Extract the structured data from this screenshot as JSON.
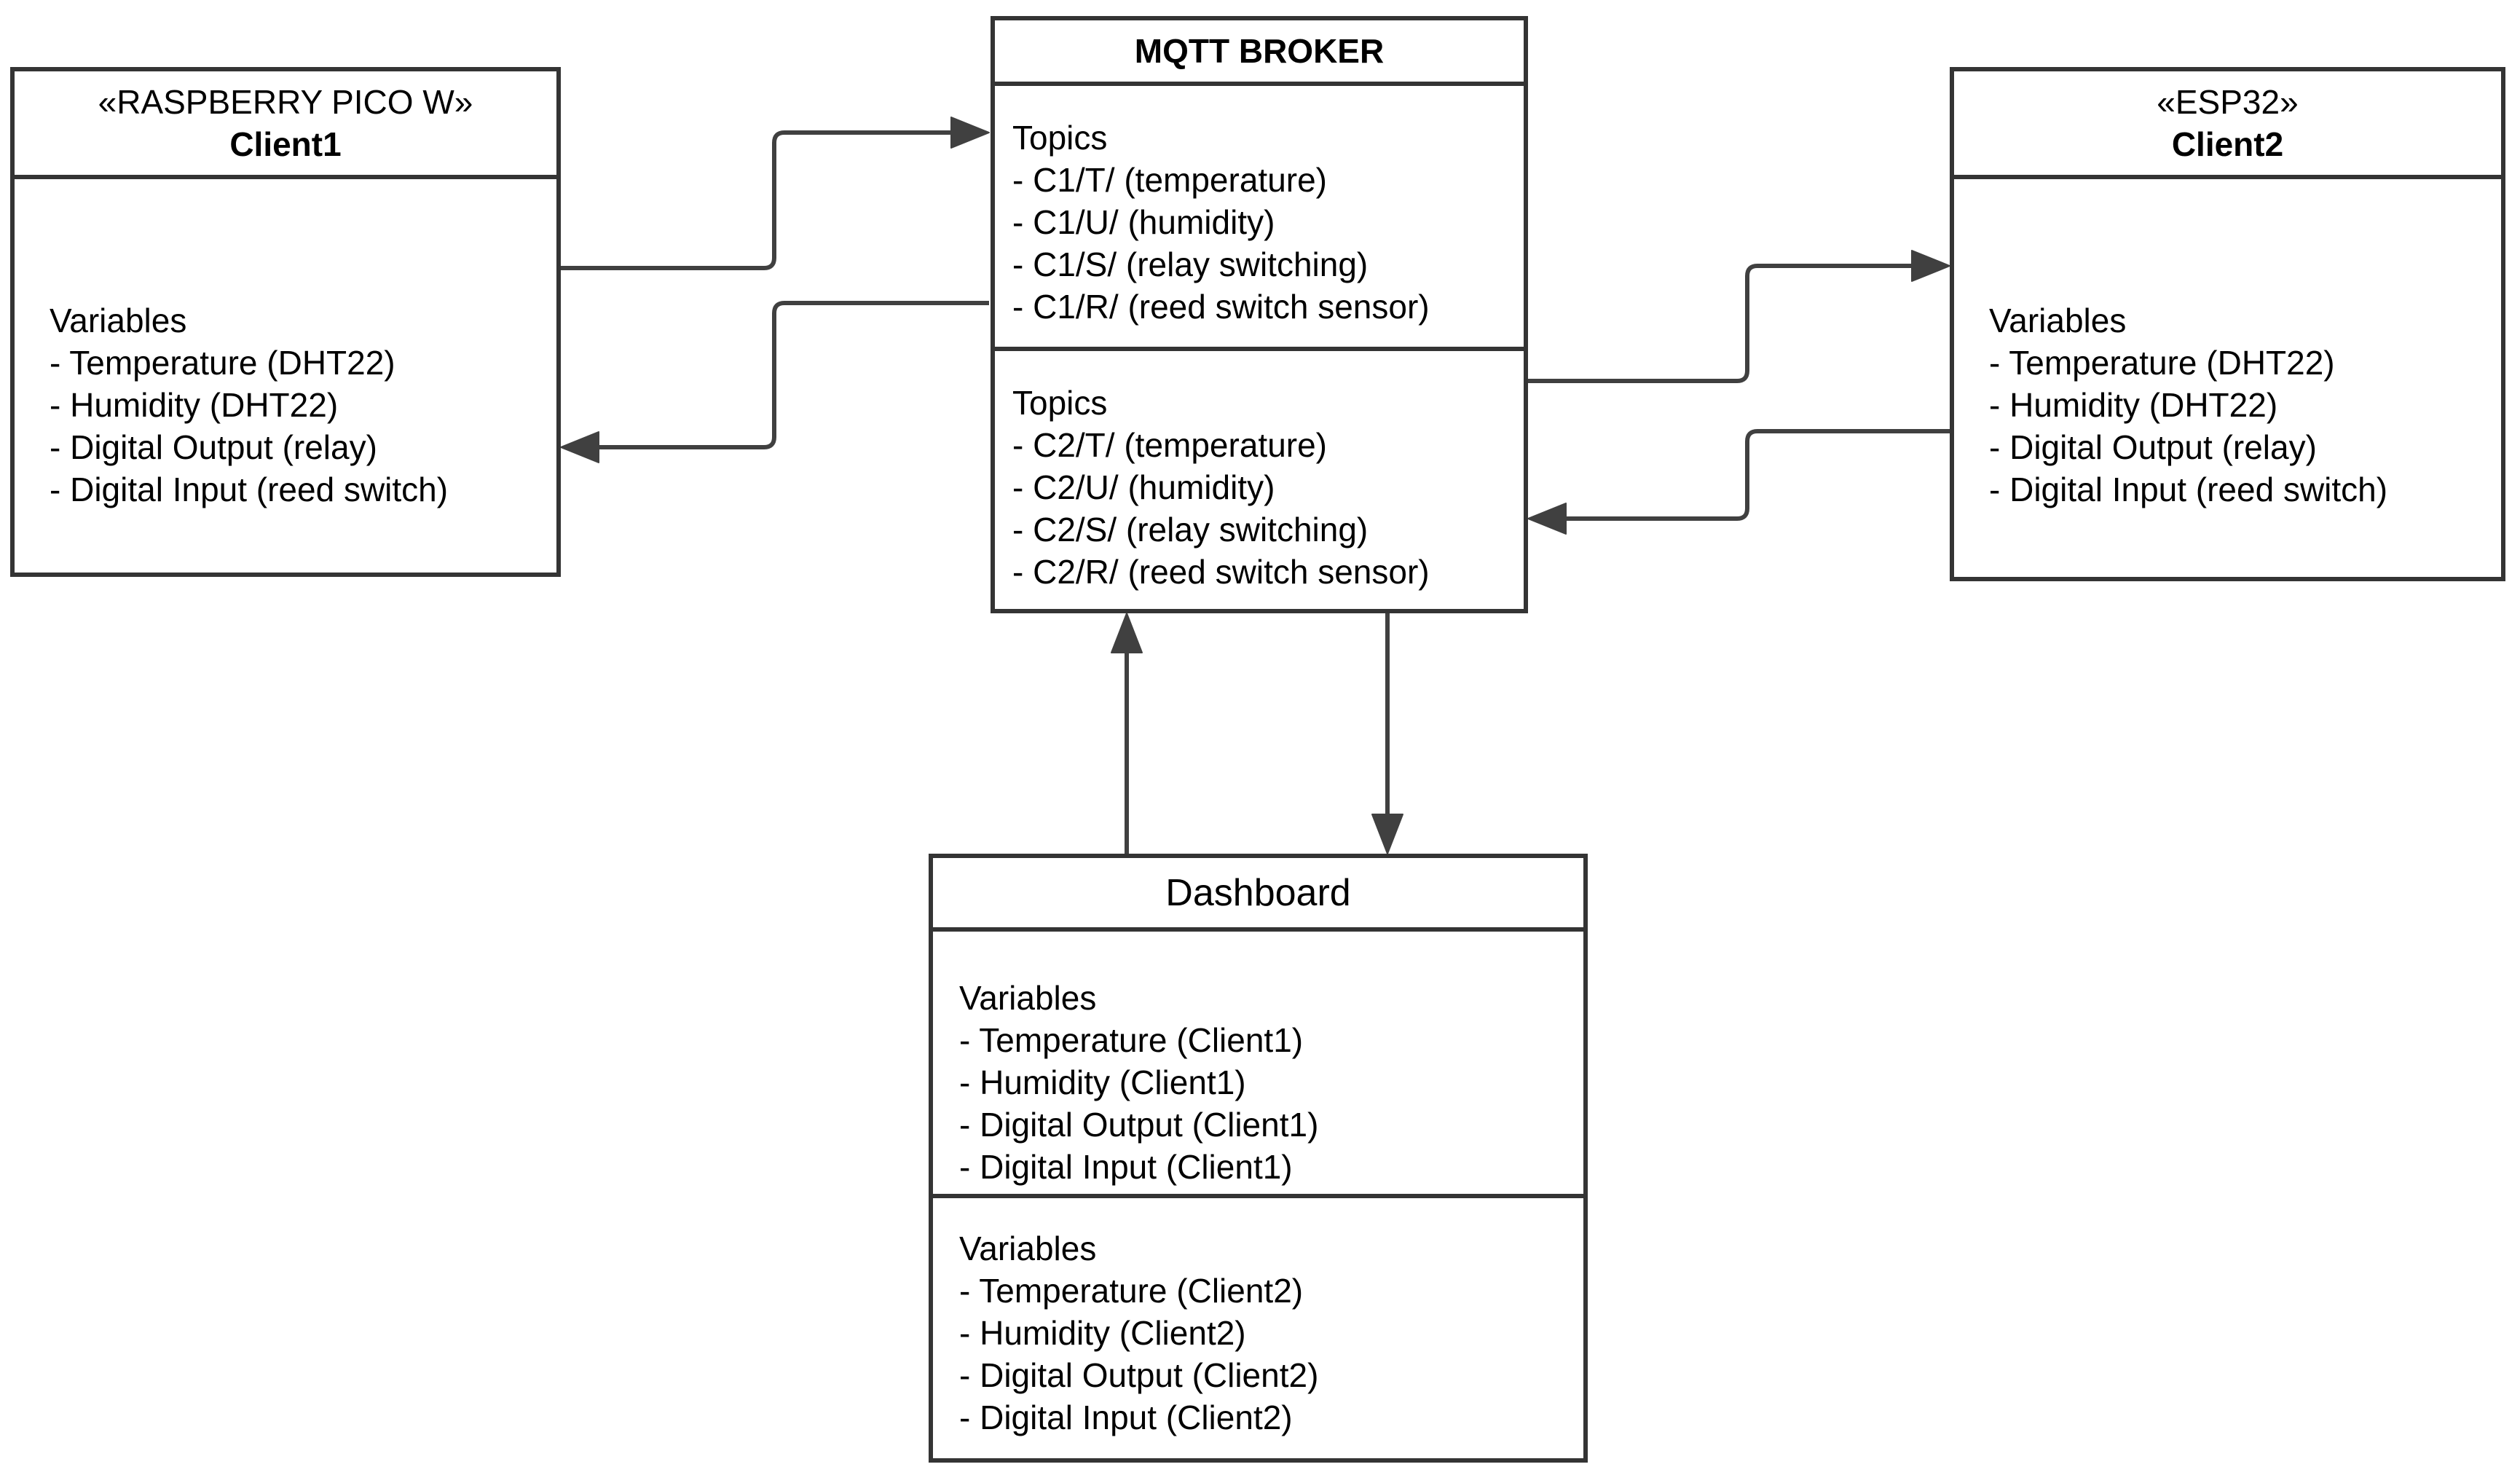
{
  "client1": {
    "stereotype": "«RASPBERRY PICO W»",
    "name": "Client1",
    "section_title": "Variables",
    "items": [
      "- Temperature (DHT22)",
      "- Humidity (DHT22)",
      "- Digital Output (relay)",
      "- Digital Input (reed switch)"
    ]
  },
  "broker": {
    "name": "MQTT BROKER",
    "section1": {
      "title": "Topics",
      "items": [
        "- C1/T/ (temperature)",
        "- C1/U/ (humidity)",
        "- C1/S/ (relay switching)",
        "- C1/R/ (reed switch sensor)"
      ]
    },
    "section2": {
      "title": "Topics",
      "items": [
        "- C2/T/ (temperature)",
        "- C2/U/ (humidity)",
        "- C2/S/ (relay switching)",
        "- C2/R/ (reed switch sensor)"
      ]
    }
  },
  "client2": {
    "stereotype": "«ESP32»",
    "name": "Client2",
    "section_title": "Variables",
    "items": [
      "- Temperature (DHT22)",
      "- Humidity (DHT22)",
      "- Digital Output (relay)",
      "- Digital Input (reed switch)"
    ]
  },
  "dashboard": {
    "name": "Dashboard",
    "section1": {
      "title": "Variables",
      "items": [
        "- Temperature (Client1)",
        "- Humidity (Client1)",
        "- Digital Output (Client1)",
        "- Digital Input (Client1)"
      ]
    },
    "section2": {
      "title": "Variables",
      "items": [
        "- Temperature (Client2)",
        "- Humidity (Client2)",
        "- Digital Output (Client2)",
        "- Digital Input (Client2)"
      ]
    }
  },
  "colors": {
    "box_border": "#343434",
    "connector": "#404040",
    "text": "#000000",
    "background": "#ffffff"
  }
}
